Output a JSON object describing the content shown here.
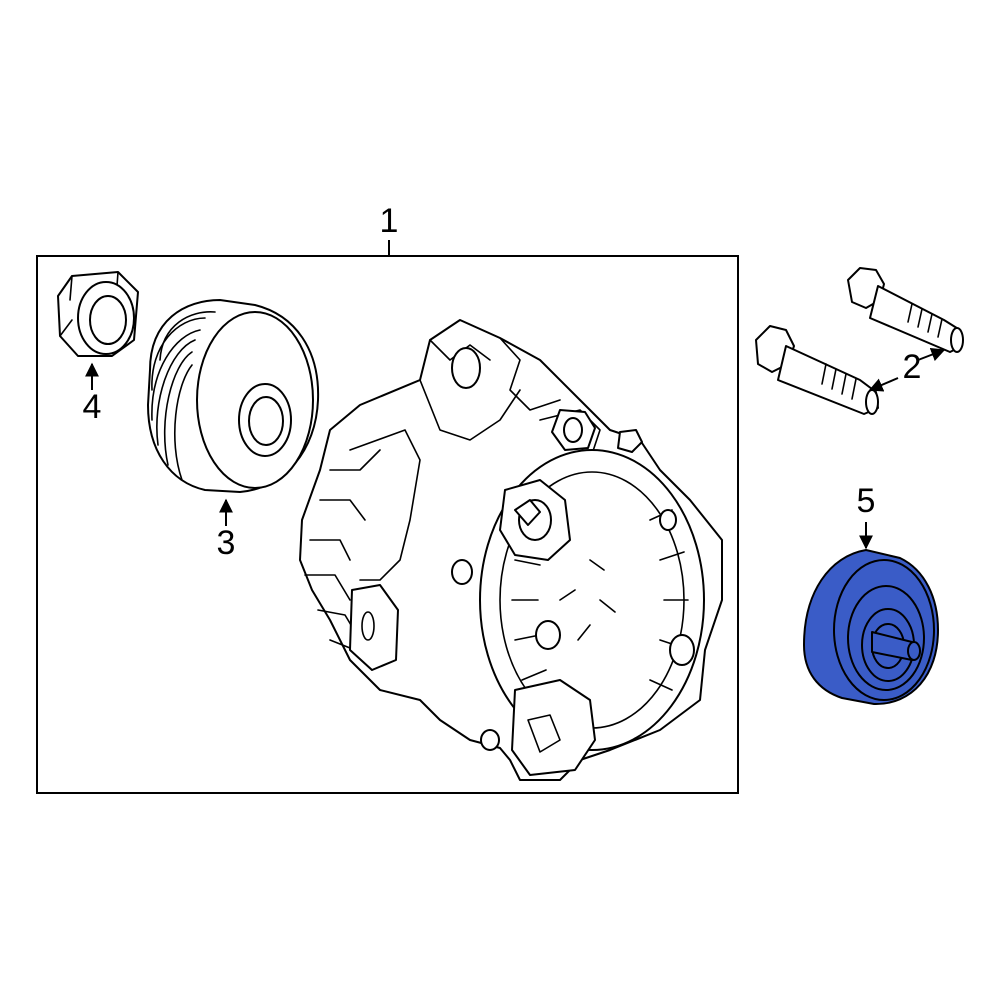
{
  "callouts": [
    {
      "id": "1",
      "label": "1"
    },
    {
      "id": "2",
      "label": "2"
    },
    {
      "id": "3",
      "label": "3"
    },
    {
      "id": "4",
      "label": "4"
    },
    {
      "id": "5",
      "label": "5"
    }
  ],
  "colors": {
    "highlight": "#3a5cc7",
    "line": "#000000",
    "background": "#ffffff"
  }
}
